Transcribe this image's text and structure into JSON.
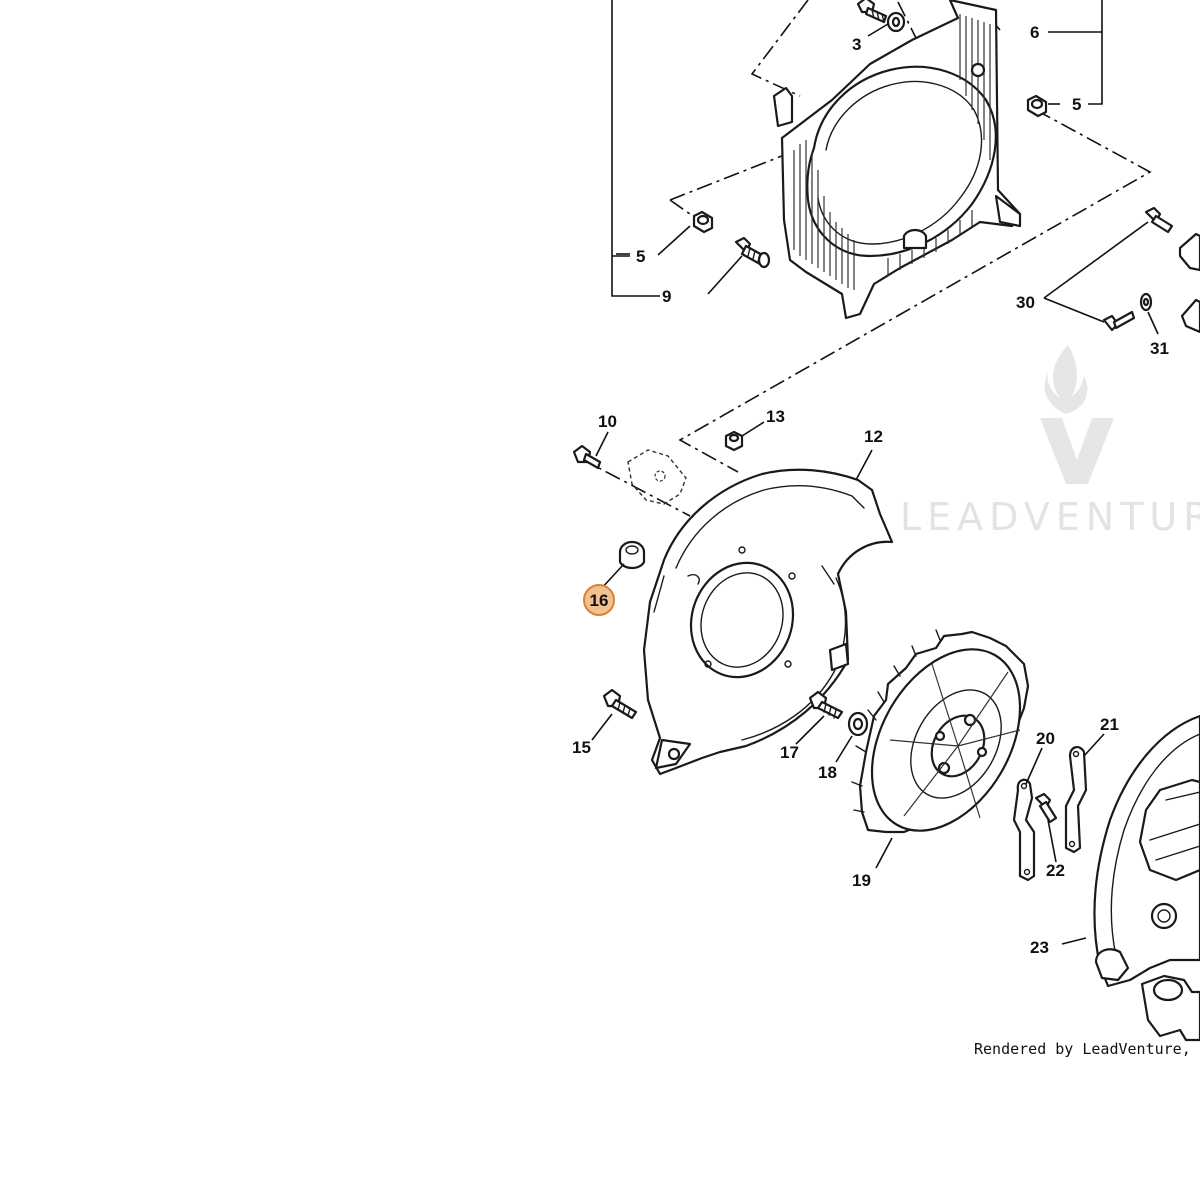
{
  "colors": {
    "highlight_fill": "#f2c18e",
    "highlight_stroke": "#d9823b",
    "watermark": "#e3e3e3",
    "line": "#1a1a1a"
  },
  "callouts": {
    "c3": "3",
    "c5_top": "5",
    "c6": "6",
    "c5_left": "5",
    "c9": "9",
    "c30": "30",
    "c31": "31",
    "c10": "10",
    "c13": "13",
    "c12": "12",
    "c16": "16",
    "c15": "15",
    "c17": "17",
    "c18": "18",
    "c19": "19",
    "c20": "20",
    "c21": "21",
    "c22": "22",
    "c23": "23"
  },
  "highlighted_callout": "16",
  "watermark": {
    "text": "LEADVENTURE"
  },
  "credit": "Rendered by LeadVenture, Inc."
}
